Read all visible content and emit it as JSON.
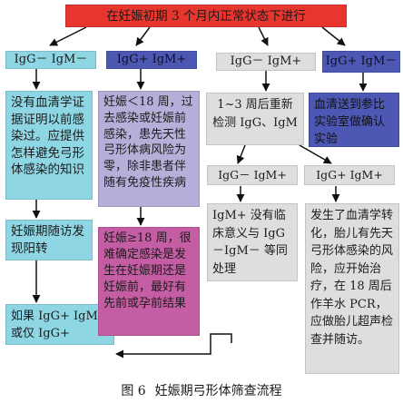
{
  "top": {
    "text": "在妊娠初期 3 个月内正常状态下进行"
  },
  "row1": {
    "a": "IgG－ IgM－",
    "b": "IgG+ IgM+",
    "c": "IgG－ IgM+",
    "d": "IgG+ IgM－"
  },
  "col1": {
    "info": "没有血清学证据证明以前感染过。应提供怎样避免弓形体感染的知识",
    "follow": "妊娠期随访发现阳转",
    "end": "如果 IgG+ IgM+ 或仅 IgG+"
  },
  "col2": {
    "info": "妊娠＜18 周，过去感染或妊娠前感染，患先天性弓形体病风险为零，除非患者伴随有免疫性疾病",
    "late": "妊娠≥18 周，很难确定感染是发生在妊娠期还是妊娠前，最好有先前或孕前结果"
  },
  "col3": {
    "retest": "1~3 周后重新检测 IgG、IgM",
    "r2a": "IgG－ IgM+",
    "r2b": "IgG+ IgM+",
    "nomeaning": "IgM+ 没有临床意义与 IgG－IgM－ 等同处理",
    "seroconv": "发生了血清学转化，胎儿有先天弓形体感染的风险，应开始治疗，在 18 周后作羊水 PCR，应做胎儿超声检查并随访。"
  },
  "col4": {
    "lab": "血清送到参比实验室做确认实验"
  },
  "caption": {
    "num": "图 6",
    "title": "妊娠期弓形体筛查流程"
  },
  "colors": {
    "red": "#e8352e",
    "cyan": "#8fd6e4",
    "blue": "#4d58b4",
    "grey": "#dedede",
    "purple": "#b5afd9",
    "pink": "#c55da4"
  }
}
